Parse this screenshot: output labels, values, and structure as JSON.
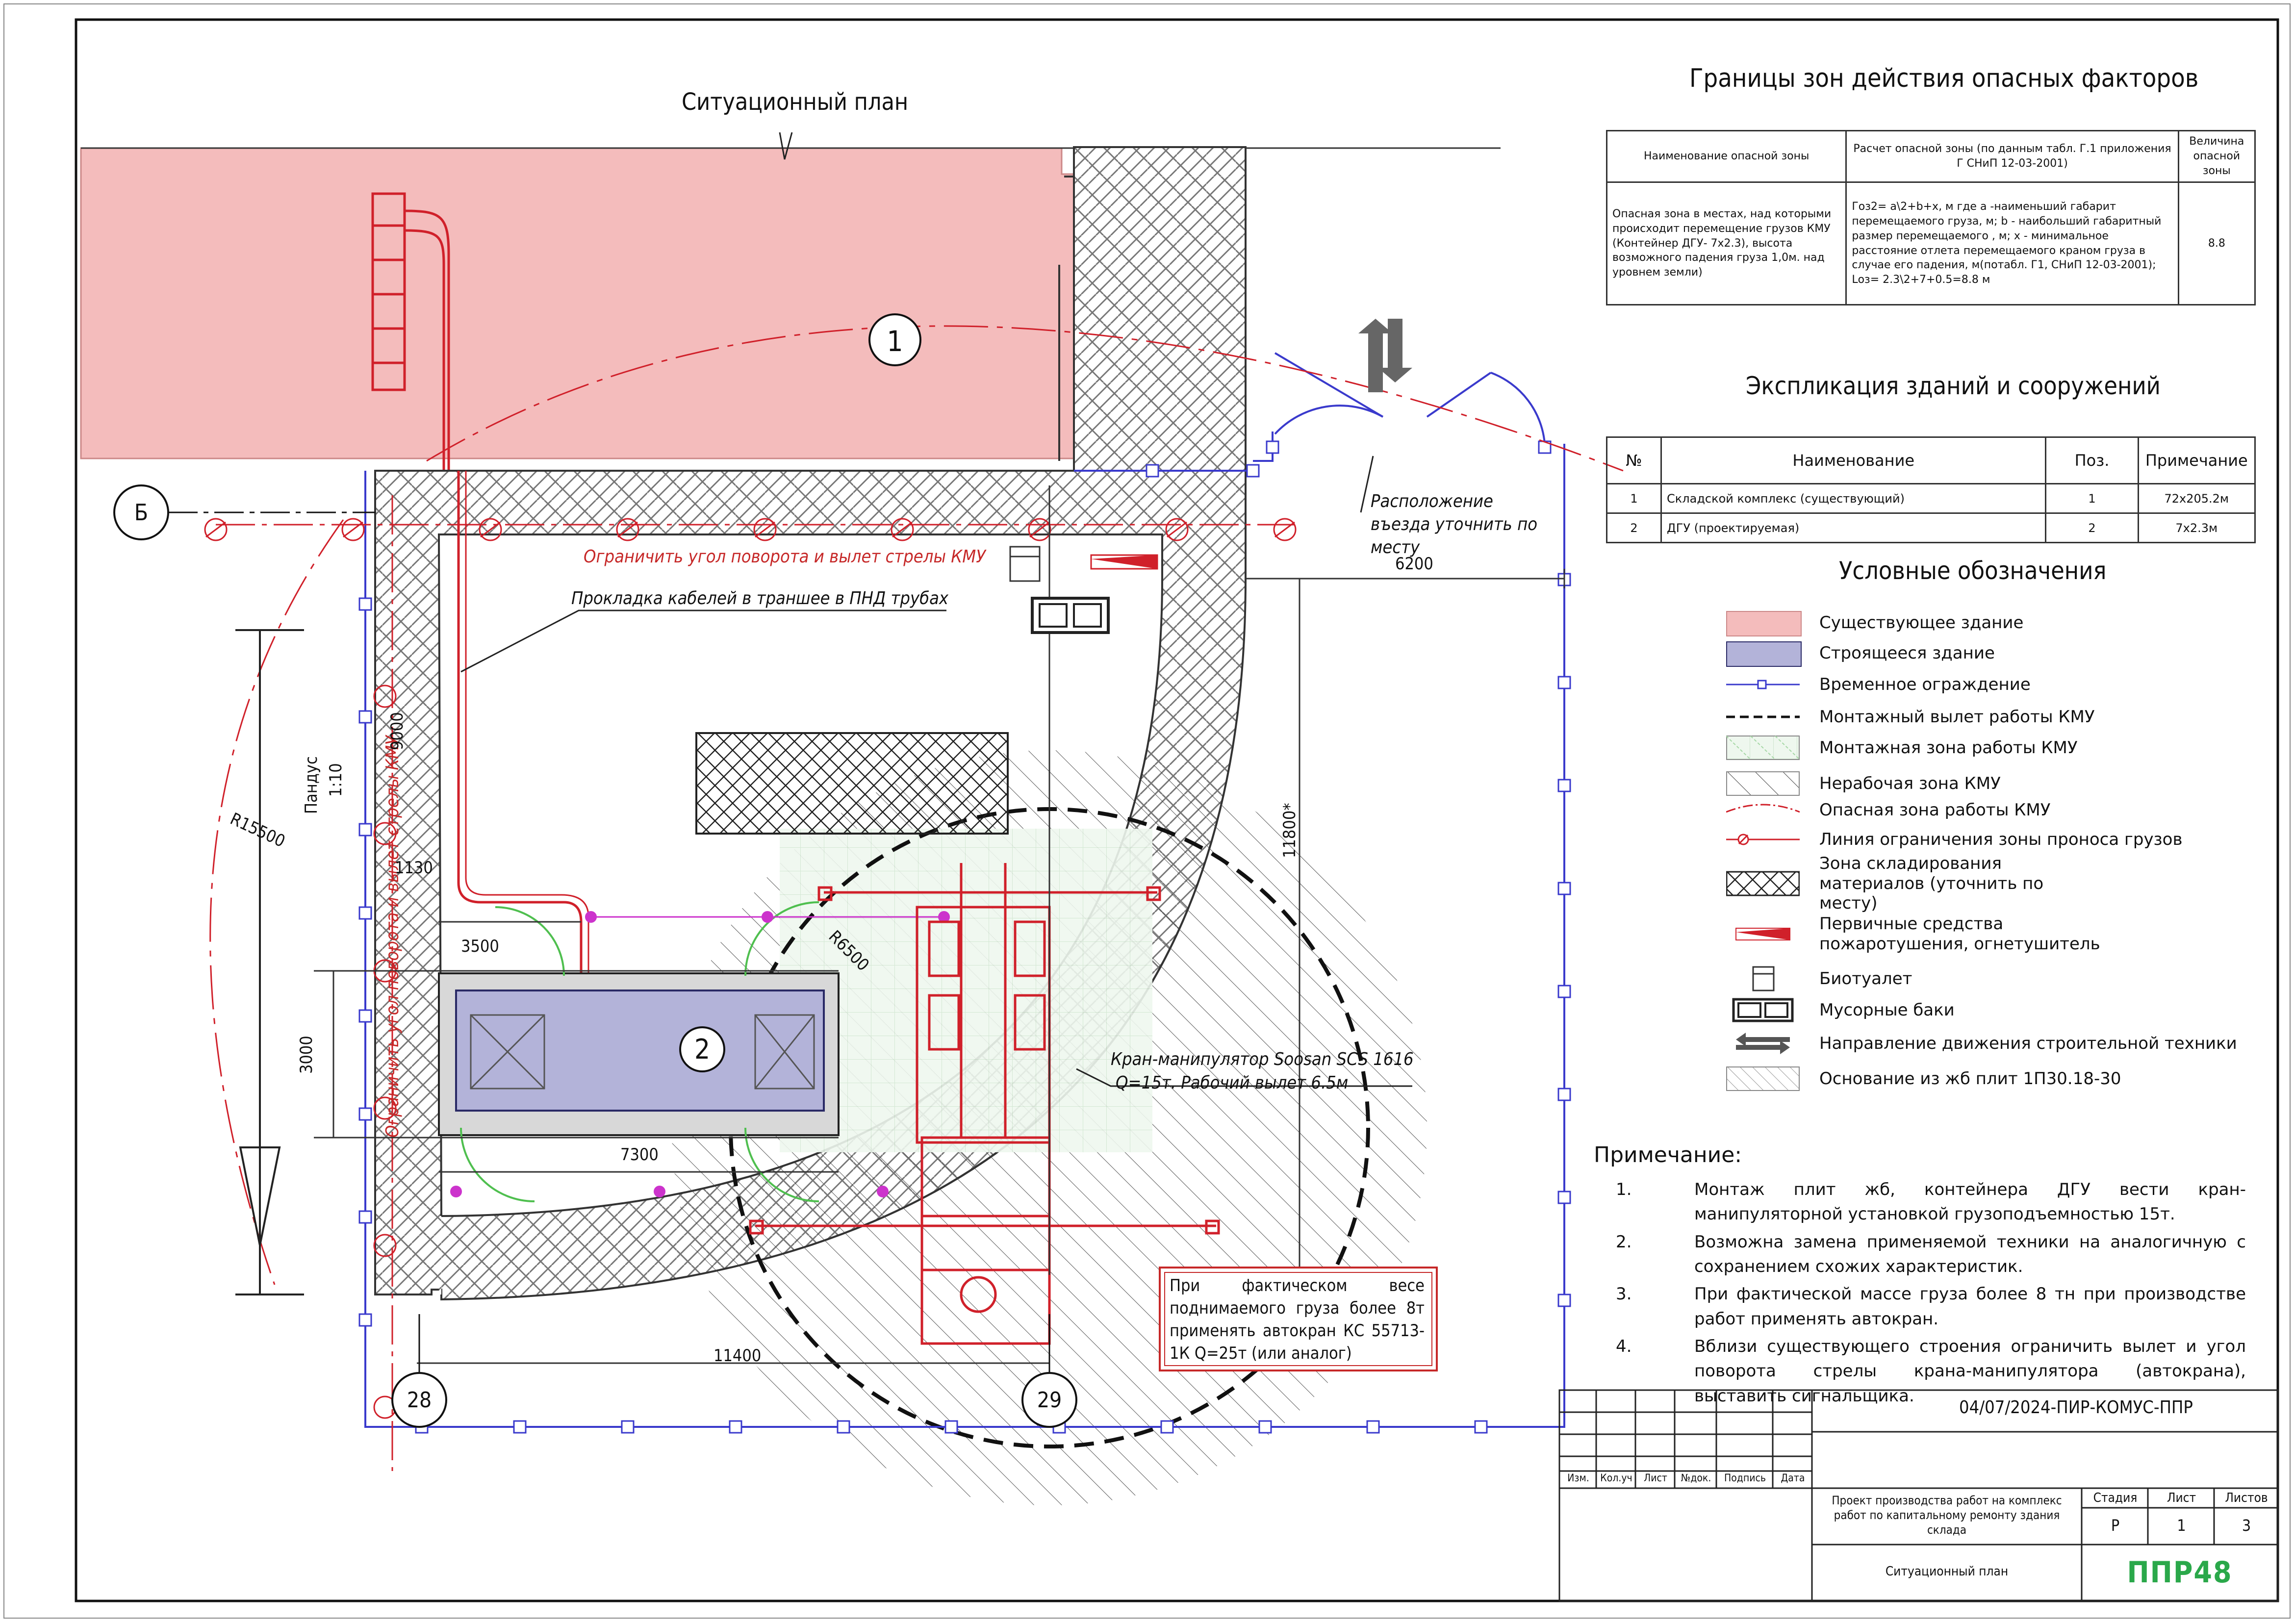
{
  "drawing": {
    "title": "Ситуационный план",
    "axis_b": "Б",
    "axis_28": "28",
    "axis_29": "29",
    "building_1": "1",
    "building_2": "2",
    "ann_limit_top": "Ограничить угол поворота и вылет стрелы КМУ",
    "ann_limit_left": "Ограничить угол поворота и вылет стрелы КМУ",
    "ann_cables": "Прокладка кабелей в траншее в ПНД трубах",
    "ann_entry": "Расположение въезда уточнить по месту",
    "ann_ramp_1": "Пандус",
    "ann_ramp_2": "1:10",
    "ann_crane_1": "Кран-манипулятор Soosan SCS 1616",
    "ann_crane_2": "Q=15т. Рабочий вылет 6.5м",
    "ann_heavy": "При фактическом весе поднимаемого груза более 8т применять автокран КС 55713-1К Q=25т (или аналог)",
    "dim_6200": "6200",
    "dim_11800": "11800*",
    "dim_9000": "9000",
    "dim_1130": "1130",
    "dim_3500": "3500",
    "dim_3000": "3000",
    "dim_7300": "7300",
    "dim_11400": "11400",
    "dim_r6500": "R6500",
    "dim_r15500": "R15500"
  },
  "hazard_table": {
    "title": "Границы зон действия опасных факторов",
    "headers": [
      "Наименование опасной зоны",
      "Расчет опасной зоны (по данным табл. Г.1 приложения Г СНиП 12-03-2001)",
      "Величина опасной зоны"
    ],
    "row": {
      "name": "Опасная зона в местах, над которыми происходит перемещение грузов КМУ (Контейнер ДГУ- 7х2.3), высота возможного падения груза 1,0м. над уровнем земли)",
      "calc": "Гоз2= а\\2+b+x, м где а -наименьший габарит перемещаемого груза, м; b - наибольший габаритный размер перемещаемого , м; x - минимальное расстояние отлета перемещаемого краном груза в случае его падения, м(потабл. Г1, СНиП 12-03-2001); Lоз= 2.3\\2+7+0.5=8.8 м",
      "value": "8.8"
    }
  },
  "explication": {
    "title": "Экспликация зданий и сооружений",
    "headers": [
      "№",
      "Наименование",
      "Поз.",
      "Примечание"
    ],
    "rows": [
      {
        "n": "1",
        "name": "Складской комплекс (существующий)",
        "pos": "1",
        "note": "72х205.2м"
      },
      {
        "n": "2",
        "name": "ДГУ (проектируемая)",
        "pos": "2",
        "note": "7х2.3м"
      }
    ]
  },
  "legend": {
    "title": "Условные обозначения",
    "items": [
      {
        "label": "Существующее здание",
        "icon": "existing-building"
      },
      {
        "label": "Строящееся здание",
        "icon": "building-under-construction"
      },
      {
        "label": "Временное ограждение",
        "icon": "temporary-fence"
      },
      {
        "label": "Монтажный вылет работы КМУ",
        "icon": "crane-reach-line"
      },
      {
        "label": "Монтажная зона работы КМУ",
        "icon": "crane-work-zone"
      },
      {
        "label": "Нерабочая зона КМУ",
        "icon": "crane-nonwork-zone"
      },
      {
        "label": "Опасная зона работы КМУ",
        "icon": "crane-danger-zone"
      },
      {
        "label": "Линия ограничения зоны проноса грузов",
        "icon": "load-limit-line"
      },
      {
        "label": "Зона складирования материалов (уточнить по месту)",
        "icon": "storage-zone"
      },
      {
        "label": "Первичные средства пожаротушения, огнетушитель",
        "icon": "fire-extinguisher"
      },
      {
        "label": "Биотуалет",
        "icon": "toilet"
      },
      {
        "label": "Мусорные баки",
        "icon": "trash-bins"
      },
      {
        "label": "Направление движения строительной техники",
        "icon": "traffic-direction"
      },
      {
        "label": "Основание из жб плит 1П30.18-30",
        "icon": "concrete-slab-base"
      }
    ]
  },
  "notes": {
    "title": "Примечание:",
    "items": [
      {
        "n": "1.",
        "text": "Монтаж плит жб, контейнера ДГУ вести кран-манипуляторной установкой грузоподъемностью 15т."
      },
      {
        "n": "2.",
        "text": "Возможна замена применяемой техники на аналогичную с сохранением схожих характеристик."
      },
      {
        "n": "3.",
        "text": "При фактической массе груза более 8 тн при производстве работ применять автокран."
      },
      {
        "n": "4.",
        "text": "Вблизи существующего строения ограничить вылет и угол поворота стрелы крана-манипулятора (автокрана), выставить сигнальщика."
      }
    ]
  },
  "stamp": {
    "code": "04/07/2024-ПИР-КОМУС-ППР",
    "cols": [
      "Изм.",
      "Кол.уч",
      "Лист",
      "№док.",
      "Подпись",
      "Дата"
    ],
    "project": "Проект производства работ на комплекс работ по капитальному ремонту здания склада",
    "sheet_name": "Ситуационный план",
    "stage_label": "Стадия",
    "sheet_label": "Лист",
    "sheets_label": "Листов",
    "stage": "Р",
    "sheet": "1",
    "sheets": "3",
    "logo": "ППР48"
  },
  "colors": {
    "existing_building": "#f4bcbc",
    "new_building": "#b3b3d9",
    "red": "#d0202a",
    "blue": "#3a3acc",
    "green": "#4fbf4f",
    "magenta": "#cc33cc",
    "logo": "#2aa84a"
  }
}
